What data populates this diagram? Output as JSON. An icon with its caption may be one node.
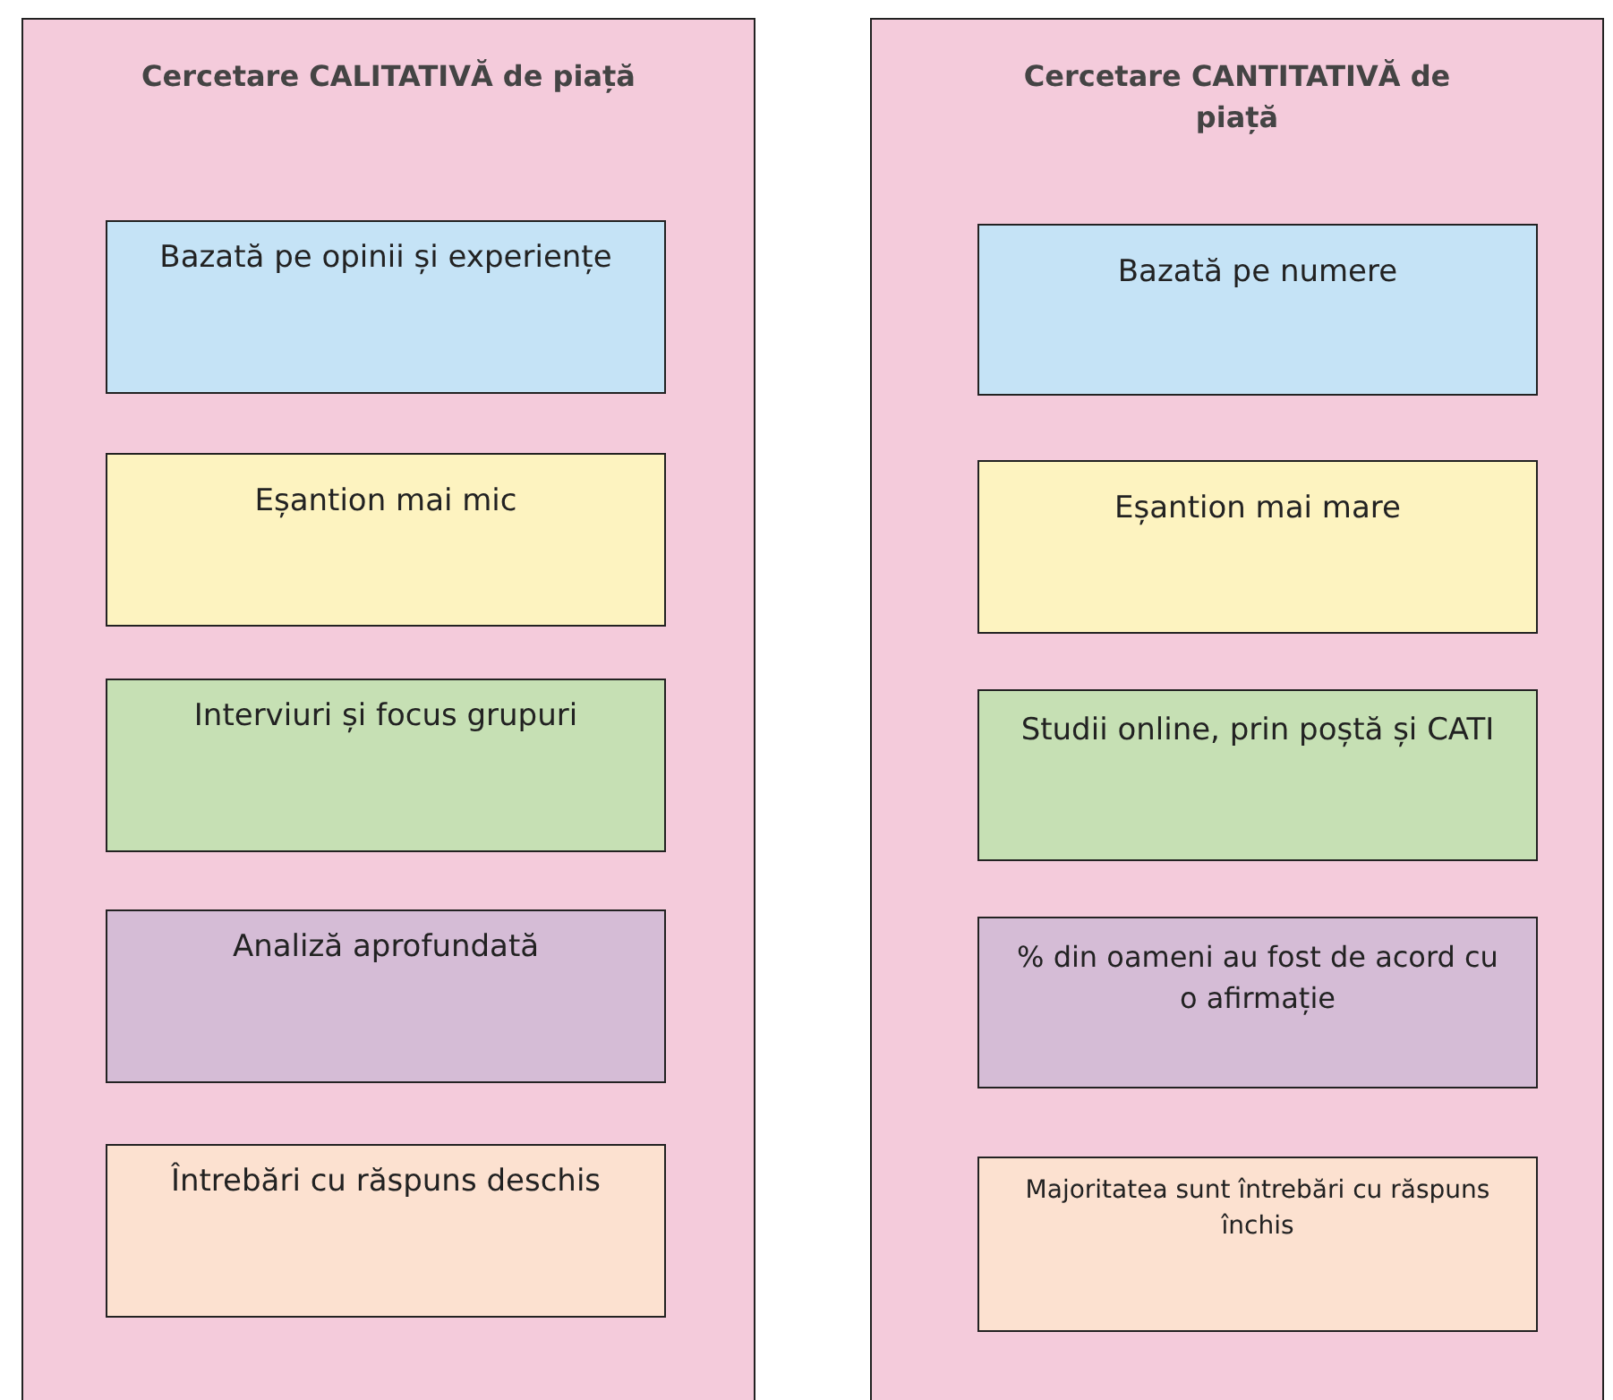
{
  "diagram": {
    "nodes": [
      {
        "text": [
          "Cercetare CALITATIVĂ de piață"
        ]
      },
      {
        "text": [
          "Bazată pe opinii și experiențe"
        ],
        "in": 0
      },
      {
        "text": [
          "Eșantion mai mic"
        ],
        "in": 0
      },
      {
        "text": [
          "Interviuri și focus grupuri"
        ],
        "in": 0
      },
      {
        "text": [
          "Analiză aprofundată"
        ],
        "in": 0
      },
      {
        "text": [
          "Întrebări cu răspuns deschis"
        ],
        "in": 0
      },
      {
        "text": [
          "Cercetare CANTITATIVĂ de piață"
        ]
      },
      {
        "text": [
          "Bazată pe numere"
        ],
        "in": 6
      },
      {
        "text": [
          "Eșantion mai mare"
        ],
        "in": 6
      },
      {
        "text": [
          "Studii online, prin poștă și CATI"
        ],
        "in": 6
      },
      {
        "text": [
          "% din oameni au fost de acord cu o afirmație"
        ],
        "in": 6
      },
      {
        "text": [
          "Majoritatea sunt întrebări cu răspuns închis"
        ],
        "in": 6
      }
    ]
  }
}
